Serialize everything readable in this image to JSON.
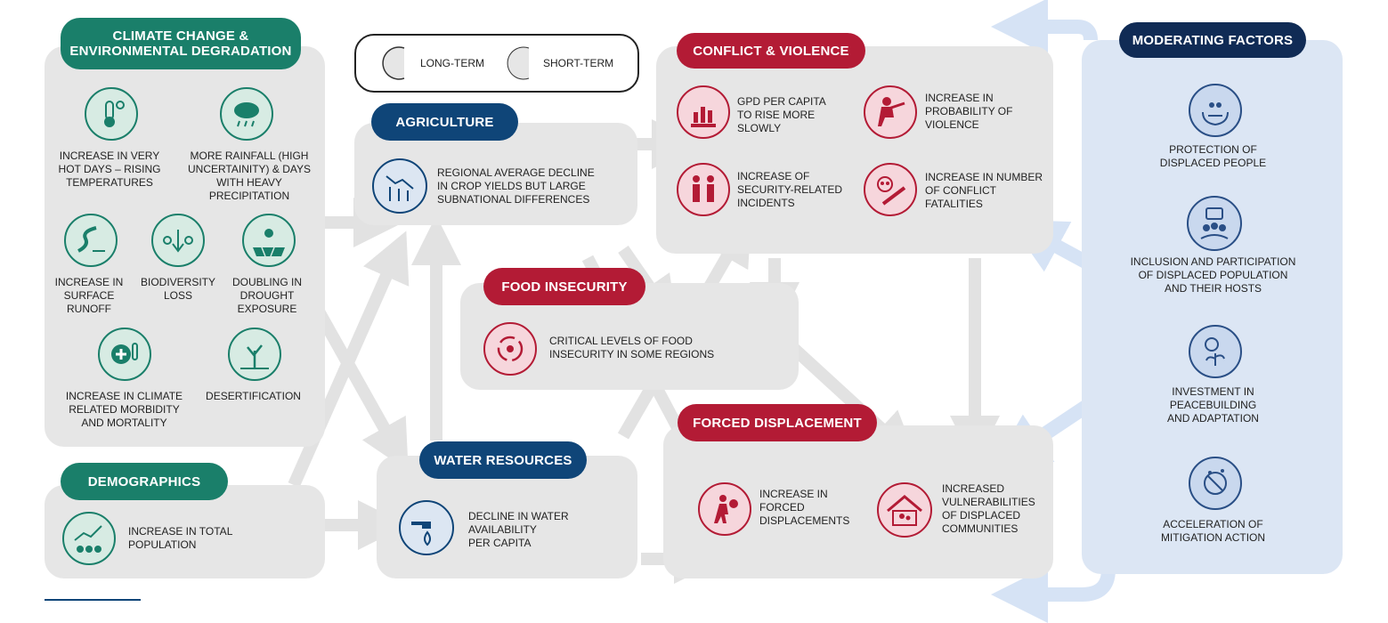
{
  "legend": {
    "long_term": "LONG-TERM",
    "short_term": "SHORT-TERM"
  },
  "climate": {
    "title_line1": "CLIMATE CHANGE &",
    "title_line2": "ENVIRONMENTAL DEGRADATION",
    "items": [
      {
        "icon": "thermometer-sun-icon",
        "lines": [
          "INCREASE IN VERY",
          "HOT DAYS – RISING",
          "TEMPERATURES"
        ]
      },
      {
        "icon": "rain-cloud-icon",
        "lines": [
          "MORE RAINFALL (HIGH",
          "UNCERTAINITY) & DAYS",
          "WITH HEAVY PRECIPITATION"
        ]
      },
      {
        "icon": "river-runoff-icon",
        "lines": [
          "INCREASE IN",
          "SURFACE",
          "RUNOFF"
        ]
      },
      {
        "icon": "biodiversity-icon",
        "lines": [
          "BIODIVERSITY",
          "LOSS"
        ]
      },
      {
        "icon": "drought-icon",
        "lines": [
          "DOUBLING IN",
          "DROUGHT",
          "EXPOSURE"
        ]
      },
      {
        "icon": "health-thermometer-icon",
        "lines": [
          "INCREASE IN CLIMATE",
          "RELATED MORBIDITY",
          "AND MORTALITY"
        ]
      },
      {
        "icon": "desertification-icon",
        "lines": [
          "DESERTIFICATION"
        ]
      }
    ]
  },
  "demographics": {
    "title": "DEMOGRAPHICS",
    "icon": "population-growth-icon",
    "lines": [
      "INCREASE IN TOTAL",
      "POPULATION"
    ]
  },
  "agriculture": {
    "title": "AGRICULTURE",
    "icon": "crop-decline-icon",
    "lines": [
      "REGIONAL AVERAGE DECLINE",
      "IN CROP YIELDS BUT LARGE",
      "SUBNATIONAL DIFFERENCES"
    ]
  },
  "water": {
    "title": "WATER RESOURCES",
    "icon": "water-tap-icon",
    "lines": [
      "DECLINE IN WATER",
      "AVAILABILITY",
      "PER CAPITA"
    ]
  },
  "food": {
    "title": "FOOD INSECURITY",
    "icon": "food-cycle-icon",
    "lines": [
      "CRITICAL LEVELS OF FOOD",
      "INSECURITY IN SOME REGIONS"
    ]
  },
  "conflict": {
    "title": "CONFLICT & VIOLENCE",
    "items": [
      {
        "icon": "gdp-chart-icon",
        "lines": [
          "GPD PER CAPITA",
          "TO RISE MORE",
          "SLOWLY"
        ]
      },
      {
        "icon": "soldier-kneeling-icon",
        "lines": [
          "INCREASE IN",
          "PROBABILITY OF",
          "VIOLENCE"
        ]
      },
      {
        "icon": "security-guards-icon",
        "lines": [
          "INCREASE OF",
          "SECURITY-RELATED",
          "INCIDENTS"
        ]
      },
      {
        "icon": "skull-rifle-icon",
        "lines": [
          "INCREASE IN NUMBER",
          "OF CONFLICT",
          "FATALITIES"
        ]
      }
    ]
  },
  "displacement": {
    "title": "FORCED DISPLACEMENT",
    "items": [
      {
        "icon": "person-carrying-bundle-icon",
        "lines": [
          "INCREASE IN",
          "FORCED",
          "DISPLACEMENTS"
        ]
      },
      {
        "icon": "shelter-family-icon",
        "lines": [
          "INCREASED",
          "VULNERABILITIES",
          "OF DISPLACED",
          "COMMUNITIES"
        ]
      }
    ]
  },
  "moderating": {
    "title": "MODERATING FACTORS",
    "items": [
      {
        "icon": "protection-hands-icon",
        "lines": [
          "PROTECTION OF",
          "DISPLACED PEOPLE"
        ]
      },
      {
        "icon": "participation-group-icon",
        "lines": [
          "INCLUSION AND PARTICIPATION",
          "OF DISPLACED POPULATION",
          "AND THEIR HOSTS"
        ]
      },
      {
        "icon": "investment-plant-icon",
        "lines": [
          "INVESTMENT IN",
          "PEACEBUILDING",
          "AND ADAPTATION"
        ]
      },
      {
        "icon": "co2-mitigation-icon",
        "lines": [
          "ACCELERATION OF",
          "MITIGATION ACTION"
        ]
      }
    ]
  },
  "colors": {
    "green": "#1a7f6a",
    "navy": "#0f4578",
    "red": "#b31b35",
    "dark_navy": "#102b55",
    "panel_grey": "#e6e6e6",
    "panel_blue": "#dce6f4",
    "arrow_grey": "#e2e2e2",
    "arrow_blue": "#d6e3f5"
  }
}
